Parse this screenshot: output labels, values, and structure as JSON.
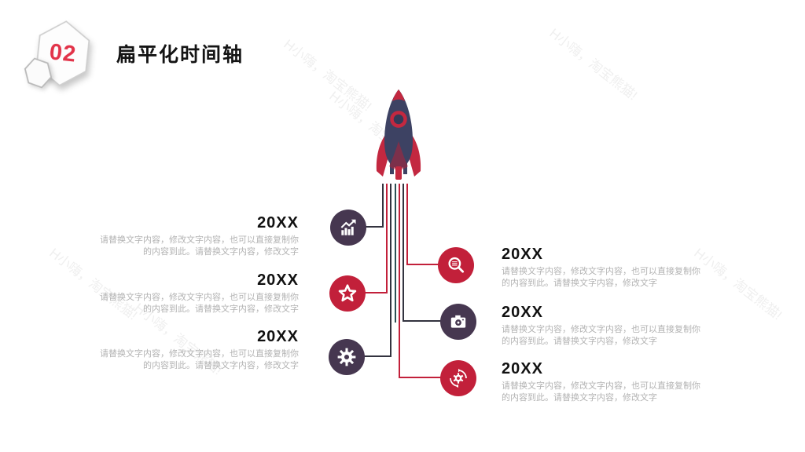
{
  "badge": {
    "number": "02"
  },
  "title": "扁平化时间轴",
  "watermark": {
    "text": "H小嗨，淘宝熊猫!"
  },
  "timeline": {
    "left_items": [
      {
        "year": "20XX",
        "text": "请替换文字内容，修改文字内容，也可以直接复制你的内容到此。请替换文字内容，修改文字",
        "icon": "chart-increase-icon"
      },
      {
        "year": "20XX",
        "text": "请替换文字内容，修改文字内容，也可以直接复制你的内容到此。请替换文字内容，修改文字",
        "icon": "star-icon"
      },
      {
        "year": "20XX",
        "text": "请替换文字内容，修改文字内容，也可以直接复制你的内容到此。请替换文字内容，修改文字",
        "icon": "gear-icon"
      }
    ],
    "right_items": [
      {
        "year": "20XX",
        "text": "请替换文字内容，修改文字内容，也可以直接复制你的内容到此。请替换文字内容，修改文字",
        "icon": "search-icon"
      },
      {
        "year": "20XX",
        "text": "请替换文字内容，修改文字内容，也可以直接复制你的内容到此。请替换文字内容，修改文字",
        "icon": "camera-icon"
      },
      {
        "year": "20XX",
        "text": "请替换文字内容，修改文字内容，也可以直接复制你的内容到此。请替换文字内容，修改文字",
        "icon": "sync-gear-icon"
      }
    ]
  },
  "colors": {
    "accent_red": "#c2203a",
    "dark_purple": "#463750",
    "line_dark": "#33333f",
    "line_teal": "#2c4e52",
    "rocket_navy": "#3d4263",
    "badge_number": "#e23349",
    "body_text": "#b3b3b3"
  }
}
